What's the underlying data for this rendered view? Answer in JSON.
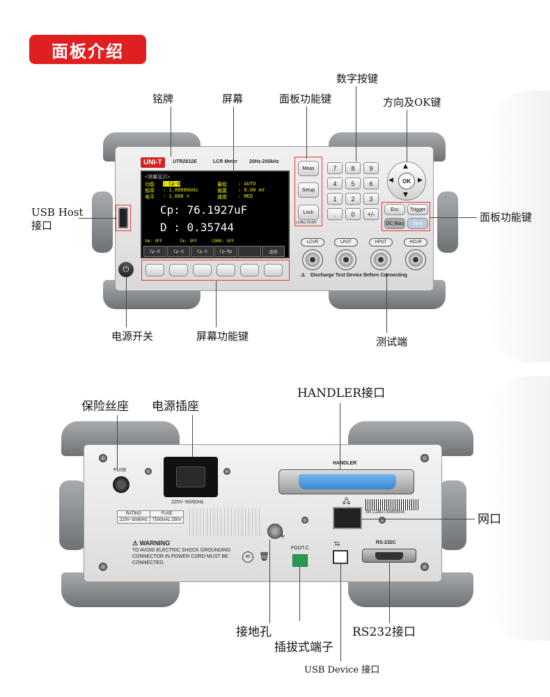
{
  "section_title": "面板介绍",
  "front_labels": {
    "nameplate": "铭牌",
    "screen": "屏幕",
    "panel_keys_top": "面板功能键",
    "numeric_keys": "数字按键",
    "arrow_ok": "方向及OK键",
    "usb_host_line1": "USB Host",
    "usb_host_line2": "接口",
    "panel_keys_right": "面板功能键",
    "power_switch": "电源开关",
    "screen_keys": "屏幕功能键",
    "test_terminal": "测试端"
  },
  "front_device": {
    "brand": "UNI-T",
    "model": "UTR2832E",
    "product": "LCR Meter",
    "range": "20Hz-200kHz",
    "screen": {
      "header": "<测量显示>",
      "rows": [
        {
          "k": "功能",
          "v": ": Cp-D",
          "k2": "量程",
          "v2": ": AUTO"
        },
        {
          "k": "频率",
          "v": ": 1.00000kHz",
          "k2": "偏置",
          "v2": ": 0.00  mV"
        },
        {
          "k": "电平",
          "v": ": 1.000 V",
          "k2": "速度",
          "v2": ": MED"
        }
      ],
      "primary": "Cp:  76.1927uF",
      "secondary": "D :  0.35744",
      "status": [
        "Vm: OFF",
        "Im: OFF",
        "CORR: OFF"
      ],
      "softkeys": [
        "Cp-D",
        "Cp-Q",
        "Cp-G",
        "Cp-Rp",
        "",
        "返回"
      ]
    },
    "func_keys": [
      "Meas",
      "Setup",
      "Lock"
    ],
    "lock_sub": "LONG PUSH",
    "numpad": [
      "7",
      "8",
      "9",
      "4",
      "5",
      "6",
      "1",
      "2",
      "3",
      ".",
      "0",
      "+/-"
    ],
    "nav_ok": "OK",
    "right_keys": [
      "Esc",
      "Trigger",
      "DC Bias",
      "Zero"
    ],
    "terminals": [
      "LCUR",
      "LPOT",
      "HPOT",
      "HCUR"
    ],
    "discharge_note": "Discharge Test Device Before Connecting"
  },
  "back_labels": {
    "fuse_holder": "保险丝座",
    "power_socket": "电源插座",
    "handler": "HANDLER接口",
    "network": "网口",
    "ground": "接地孔",
    "rs232": "RS232接口",
    "plug_terminal": "插拔式端子",
    "usb_device": "USB Device 接口"
  },
  "back_device": {
    "fuse_label": "FUSE",
    "power_rating": "220V~50/60Hz",
    "handler_label": "HANDLER",
    "serial": "SN CDB2733450004",
    "rating_table": {
      "h1": "RATING",
      "h2": "FUSE",
      "v1": "220V~50/60Hz",
      "v2": "T500mAL 250V"
    },
    "warning_title": "WARNING",
    "warning_text": "TO AVOID ELECTRIC SHOCK GROUNDING CONNECTOR IN POWER CORD MUST BE CONNECTED.",
    "foot_label": "FOOT.C",
    "rs232_label": "RS-232C",
    "rohs": "40"
  }
}
